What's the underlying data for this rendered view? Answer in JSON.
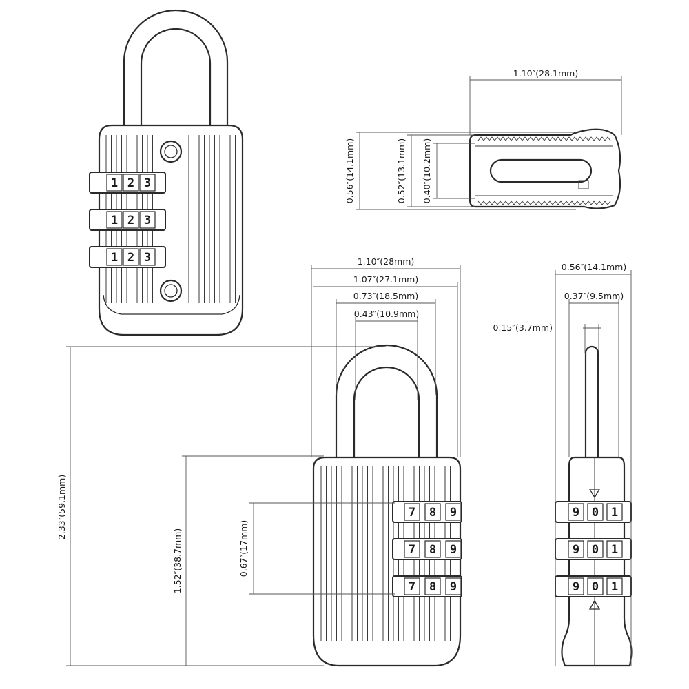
{
  "front_view": {
    "dials": [
      {
        "digits": [
          "1",
          "2",
          "3"
        ]
      },
      {
        "digits": [
          "1",
          "2",
          "3"
        ]
      },
      {
        "digits": [
          "1",
          "2",
          "3"
        ]
      }
    ]
  },
  "top_view": {
    "width_label": "1.10″(28.1mm)",
    "outer_height_label": "0.56″(14.1mm)",
    "mid_height_label": "0.52″(13.1mm)",
    "inner_height_label": "0.40″(10.2mm)"
  },
  "back_view": {
    "width_labels": [
      "1.10″(28mm)",
      "1.07″(27.1mm)",
      "0.73″(18.5mm)",
      "0.43″(10.9mm)"
    ],
    "total_height_label": "2.33″(59.1mm)",
    "body_height_label": "1.52″(38.7mm)",
    "dial_span_label": "0.67″(17mm)",
    "dials": [
      {
        "digits": [
          "7",
          "8",
          "9"
        ]
      },
      {
        "digits": [
          "7",
          "8",
          "9"
        ]
      },
      {
        "digits": [
          "7",
          "8",
          "9"
        ]
      }
    ]
  },
  "side_view": {
    "width_labels": [
      "0.56″(14.1mm)",
      "0.37″(9.5mm)"
    ],
    "shackle_label": "0.15″(3.7mm)",
    "dials": [
      {
        "digits": [
          "9",
          "0",
          "1"
        ]
      },
      {
        "digits": [
          "9",
          "0",
          "1"
        ]
      },
      {
        "digits": [
          "9",
          "0",
          "1"
        ]
      }
    ]
  }
}
